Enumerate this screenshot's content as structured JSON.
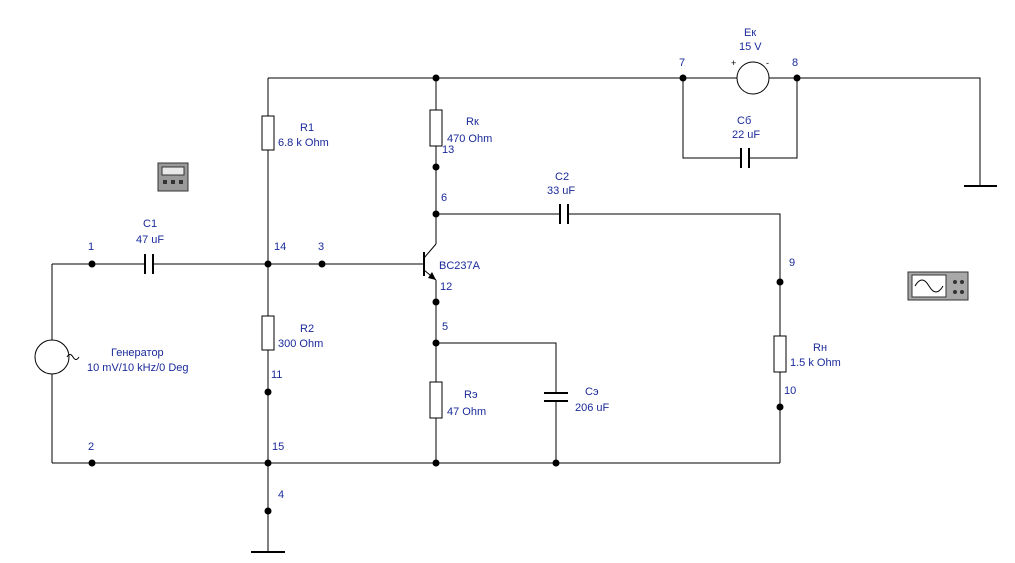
{
  "components": {
    "ek": {
      "name": "Eк",
      "value": "15 V"
    },
    "cb": {
      "name": "Cб",
      "value": "22 uF"
    },
    "r1": {
      "name": "R1",
      "value": "6.8 k Ohm"
    },
    "rk": {
      "name": "Rк",
      "value": "470  Ohm"
    },
    "c2": {
      "name": "C2",
      "value": "33 uF"
    },
    "c1": {
      "name": "C1",
      "value": "47 uF"
    },
    "q1": {
      "name": "BC237A"
    },
    "r2": {
      "name": "R2",
      "value": "300  Ohm"
    },
    "gen": {
      "name": "Генератор",
      "value": "10 mV/10 kHz/0 Deg"
    },
    "re": {
      "name": "Rэ",
      "value": "47  Ohm"
    },
    "ce": {
      "name": "Cэ",
      "value": "206 uF"
    },
    "rn": {
      "name": "Rн",
      "value": "1.5 k Ohm"
    }
  },
  "nodes": {
    "n1": "1",
    "n2": "2",
    "n3": "3",
    "n4": "4",
    "n5": "5",
    "n6": "6",
    "n7": "7",
    "n8": "8",
    "n9": "9",
    "n10": "10",
    "n11": "11",
    "n12": "12",
    "n13": "13",
    "n14": "14",
    "n15": "15"
  },
  "instruments": {
    "multimeter": "multimeter-icon",
    "oscilloscope": "oscilloscope-icon"
  },
  "colors": {
    "label": "#1a2a9a",
    "wire": "#000000"
  }
}
